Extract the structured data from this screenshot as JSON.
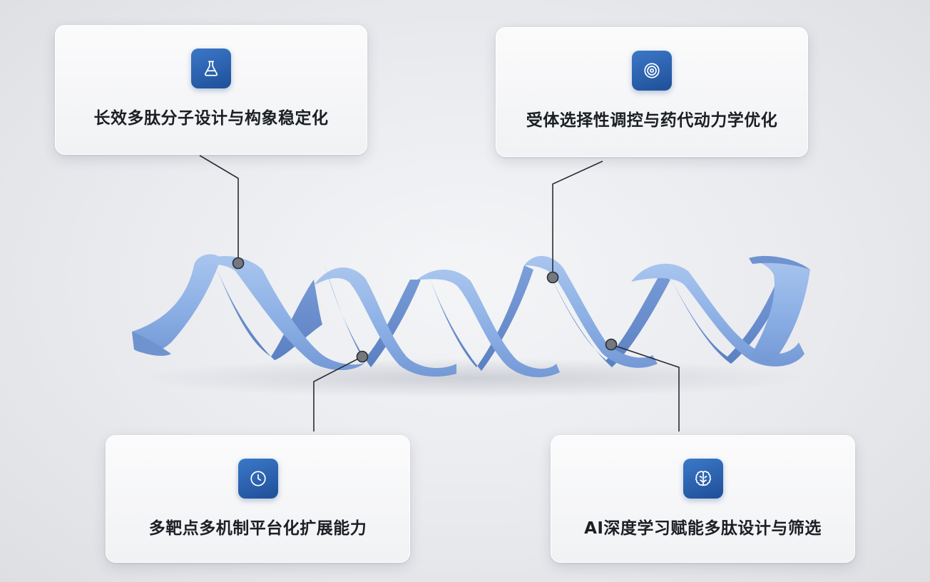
{
  "callouts": [
    {
      "id": "long-acting",
      "label": "长效多肽分子设计与构象稳定化",
      "icon": "flask-icon"
    },
    {
      "id": "receptor",
      "label": "受体选择性调控与药代动力学优化",
      "icon": "target-icon"
    },
    {
      "id": "multi-target",
      "label": "多靶点多机制平台化扩展能力",
      "icon": "clock-icon"
    },
    {
      "id": "ai",
      "label": "AI深度学习赋能多肽设计与筛选",
      "icon": "brain-icon"
    }
  ],
  "colors": {
    "icon_bg": "#2a5fae",
    "ribbon": "#8fb3e6",
    "ribbon_dark": "#5f87c8",
    "leader_line": "#2a2d33"
  }
}
